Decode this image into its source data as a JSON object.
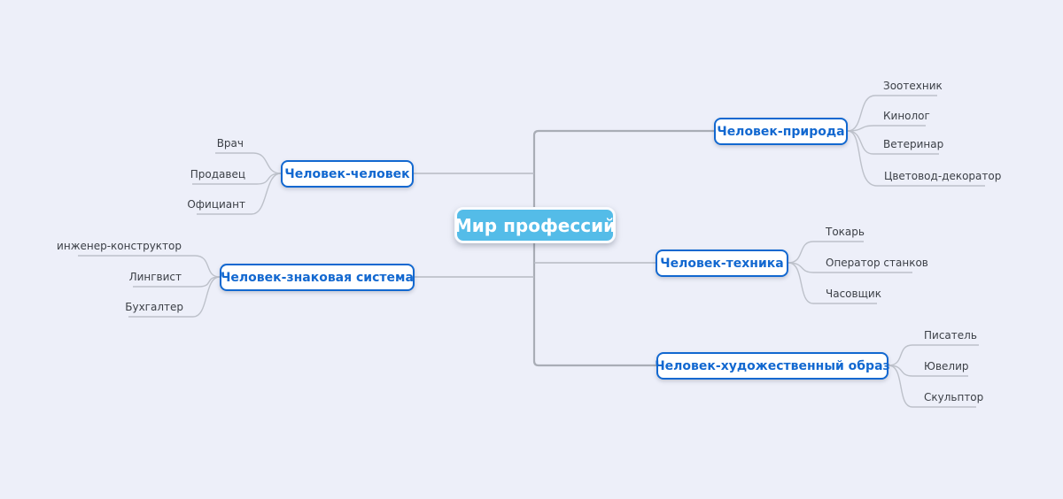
{
  "title": "Мир профессий",
  "colors": {
    "background": "#EDEFF9",
    "center_fill": "#54BCE8",
    "center_text": "#FFFFFF",
    "branch_border": "#1268D0",
    "branch_text": "#1268D0",
    "spine_line": "#A9ADB6",
    "leaf_line": "#BDC1CA",
    "leaf_text": "#3B3F46"
  },
  "branches": [
    {
      "label": "Человек-человек",
      "side": "left",
      "leaves": [
        "Врач",
        "Продавец",
        "Официант"
      ]
    },
    {
      "label": "Человек-природа",
      "side": "right",
      "leaves": [
        "Зоотехник",
        "Кинолог",
        "Ветеринар",
        "Цветовод-декоратор"
      ]
    },
    {
      "label": "Человек-знаковая система",
      "side": "left",
      "leaves": [
        "инженер-конструктор",
        "Лингвист",
        "Бухгалтер"
      ]
    },
    {
      "label": "Человек-техника",
      "side": "right",
      "leaves": [
        "Токарь",
        "Оператор станков",
        "Часовщик"
      ]
    },
    {
      "label": "Человек-художественный образ",
      "side": "right",
      "leaves": [
        "Писатель",
        "Ювелир",
        "Скульптор"
      ]
    }
  ]
}
